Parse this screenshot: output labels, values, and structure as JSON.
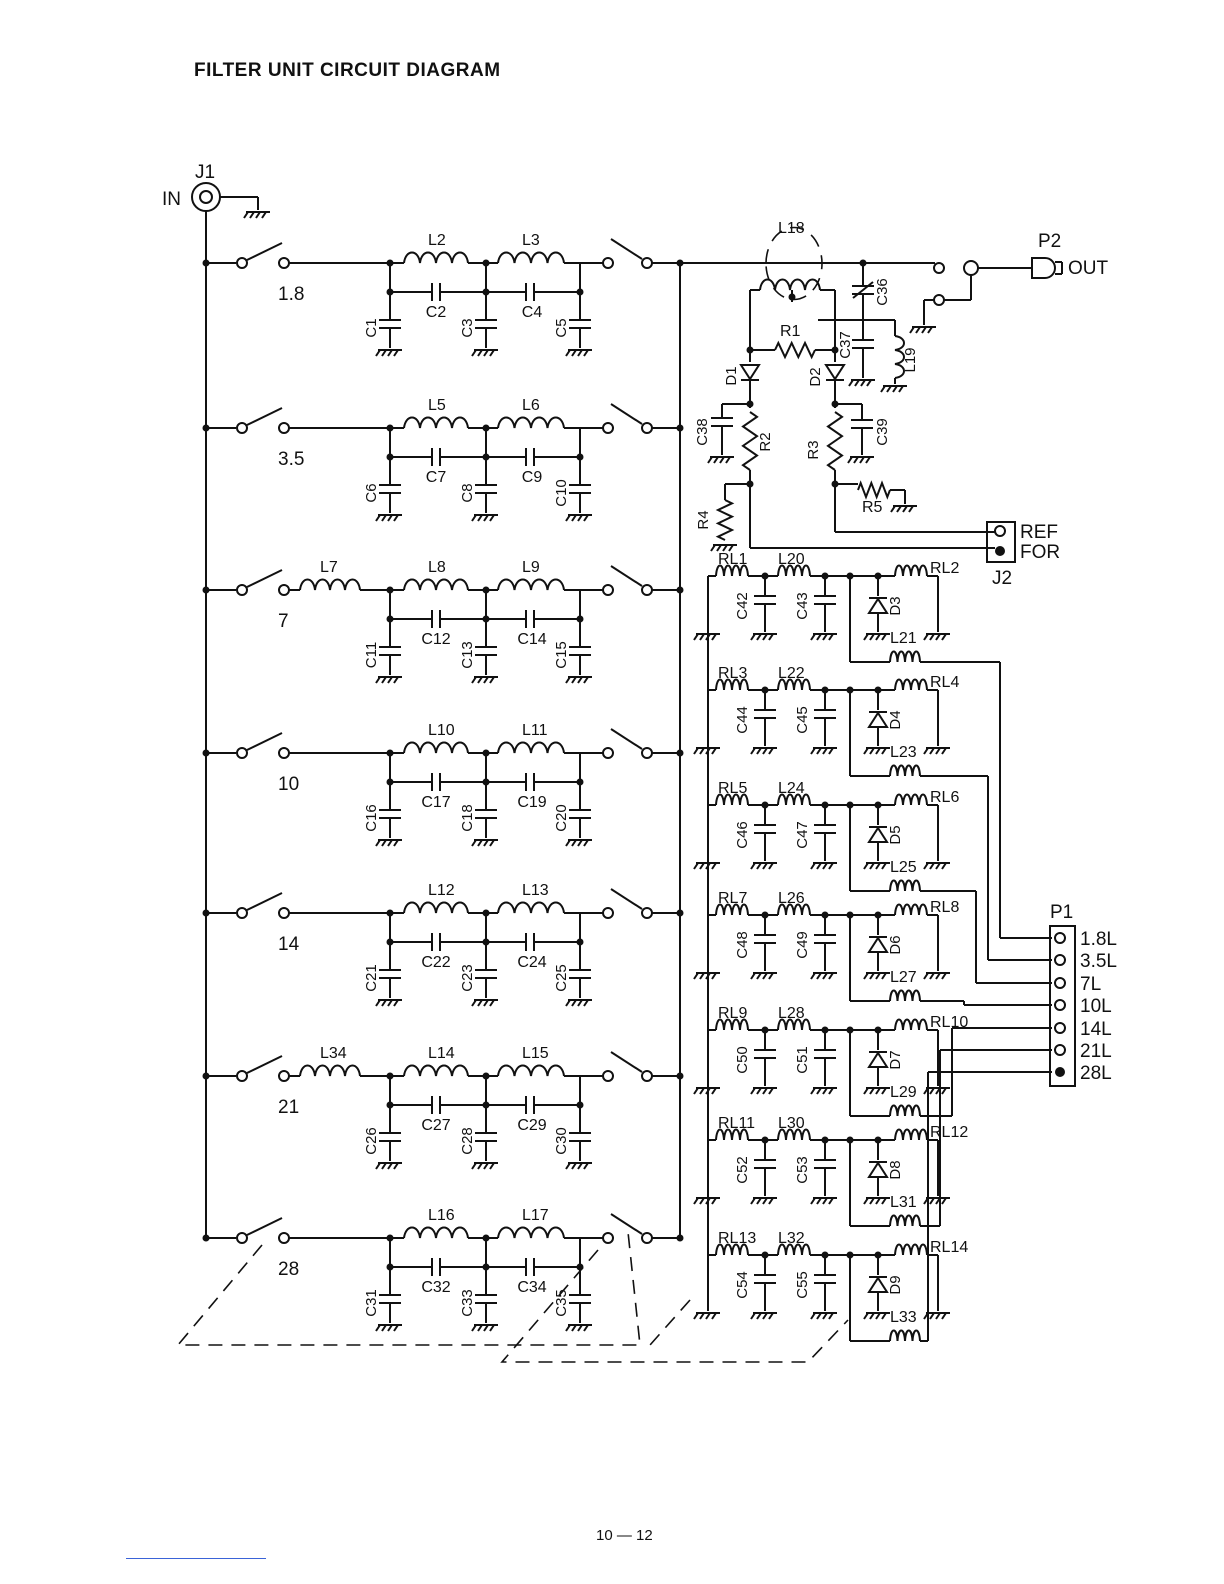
{
  "title": "FILTER UNIT CIRCUIT DIAGRAM",
  "footer": "10 — 12",
  "connectors": {
    "j1": "J1",
    "in": "IN",
    "p2": "P2",
    "out": "OUT",
    "j2": "J2",
    "ref": "REF",
    "for": "FOR",
    "p1": "P1"
  },
  "bands": [
    {
      "label": "1.8",
      "pre": "",
      "l1": "L2",
      "l2": "L3",
      "c": [
        "C1",
        "C2",
        "C3",
        "C4",
        "C5"
      ]
    },
    {
      "label": "3.5",
      "pre": "",
      "l1": "L5",
      "l2": "L6",
      "c": [
        "C6",
        "C7",
        "C8",
        "C9",
        "C10"
      ]
    },
    {
      "label": "7",
      "pre": "L7",
      "l1": "L8",
      "l2": "L9",
      "c": [
        "C11",
        "C12",
        "C13",
        "C14",
        "C15"
      ]
    },
    {
      "label": "10",
      "pre": "",
      "l1": "L10",
      "l2": "L11",
      "c": [
        "C16",
        "C17",
        "C18",
        "C19",
        "C20"
      ]
    },
    {
      "label": "14",
      "pre": "",
      "l1": "L12",
      "l2": "L13",
      "c": [
        "C21",
        "C22",
        "C23",
        "C24",
        "C25"
      ]
    },
    {
      "label": "21",
      "pre": "L34",
      "l1": "L14",
      "l2": "L15",
      "c": [
        "C26",
        "C27",
        "C28",
        "C29",
        "C30"
      ]
    },
    {
      "label": "28",
      "pre": "",
      "l1": "L16",
      "l2": "L17",
      "c": [
        "C31",
        "C32",
        "C33",
        "C34",
        "C35"
      ]
    }
  ],
  "detector": {
    "l18": "L18",
    "l19": "L19",
    "c36": "C36",
    "c37": "C37",
    "c38": "C38",
    "c39": "C39",
    "r1": "R1",
    "r2": "R2",
    "r3": "R3",
    "r4": "R4",
    "r5": "R5",
    "d1": "D1",
    "d2": "D2"
  },
  "relays": [
    {
      "a": "RL1",
      "la": "L20",
      "b": "RL2",
      "c1": "C42",
      "c2": "C43",
      "d": "D3",
      "lc": "L21"
    },
    {
      "a": "RL3",
      "la": "L22",
      "b": "RL4",
      "c1": "C44",
      "c2": "C45",
      "d": "D4",
      "lc": "L23"
    },
    {
      "a": "RL5",
      "la": "L24",
      "b": "RL6",
      "c1": "C46",
      "c2": "C47",
      "d": "D5",
      "lc": "L25"
    },
    {
      "a": "RL7",
      "la": "L26",
      "b": "RL8",
      "c1": "C48",
      "c2": "C49",
      "d": "D6",
      "lc": "L27"
    },
    {
      "a": "RL9",
      "la": "L28",
      "b": "RL10",
      "c1": "C50",
      "c2": "C51",
      "d": "D7",
      "lc": "L29"
    },
    {
      "a": "RL11",
      "la": "L30",
      "b": "RL12",
      "c1": "C52",
      "c2": "C53",
      "d": "D8",
      "lc": "L31"
    },
    {
      "a": "RL13",
      "la": "L32",
      "b": "RL14",
      "c1": "C54",
      "c2": "C55",
      "d": "D9",
      "lc": "L33"
    }
  ],
  "p1_pins": [
    "1.8L",
    "3.5L",
    "7L",
    "10L",
    "14L",
    "21L",
    "28L"
  ]
}
